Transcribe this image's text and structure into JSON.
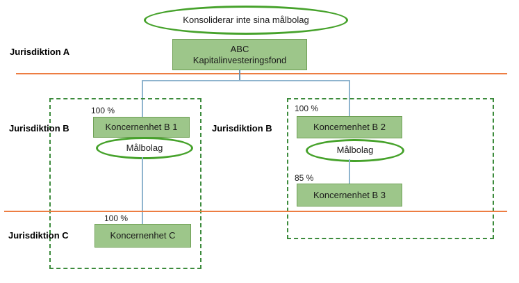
{
  "diagram": {
    "title_callout": "Konsoliderar inte sina målbolag",
    "jurisdictions": [
      {
        "id": "a",
        "label": "Jurisdiktion A"
      },
      {
        "id": "b_left",
        "label": "Jurisdiktion B"
      },
      {
        "id": "b_right",
        "label": "Jurisdiktion B"
      },
      {
        "id": "c",
        "label": "Jurisdiktion C"
      }
    ],
    "entities": [
      {
        "id": "abc",
        "label": "ABC Kapitalinvesteringsfond",
        "line1": "ABC",
        "line2": "Kapitalinvesteringsfond"
      },
      {
        "id": "b1",
        "label": "Koncernenhet B 1"
      },
      {
        "id": "b2",
        "label": "Koncernenhet B 2"
      },
      {
        "id": "b3",
        "label": "Koncernenhet B 3"
      },
      {
        "id": "c1",
        "label": "Koncernenhet C"
      }
    ],
    "target_badges": [
      {
        "id": "malbolag_b1",
        "label": "Målbolag"
      },
      {
        "id": "malbolag_b2",
        "label": "Målbolag"
      }
    ],
    "ownership": [
      {
        "id": "pct_b1",
        "value": "100 %"
      },
      {
        "id": "pct_b2",
        "value": "100 %"
      },
      {
        "id": "pct_b3",
        "value": "85 %"
      },
      {
        "id": "pct_c1",
        "value": "100 %"
      }
    ],
    "colors": {
      "entity_fill": "#9DC68A",
      "entity_border": "#6FA055",
      "ellipse_border": "#46A22B",
      "group_border": "#3C8B3C",
      "separator": "#ED7D42",
      "connector": "#8FB4CE"
    }
  }
}
